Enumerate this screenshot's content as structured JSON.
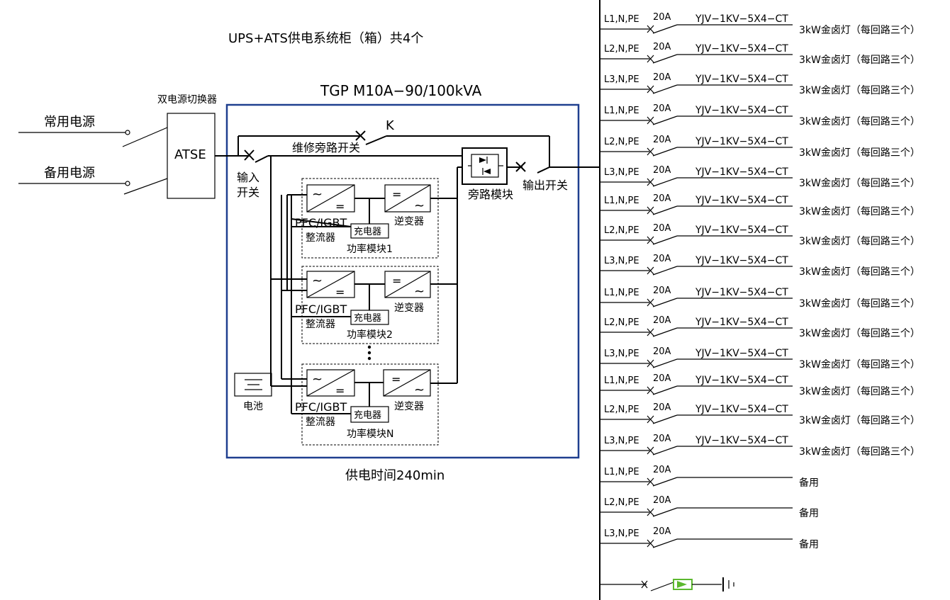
{
  "title": "UPS+ATS供电系统柜（箱）共4个",
  "ups_model": "TGP M10A−90/100kVA",
  "supply_time": "供电时间240min",
  "ats_label": "双电源切换器",
  "ats_box": "ATSE",
  "sources": [
    "常用电源",
    "备用电源"
  ],
  "switch_k": "K",
  "maintenance_bypass": "维修旁路开关",
  "input_switch": [
    "输入",
    "开关"
  ],
  "output_switch": "输出开关",
  "bypass_module": "旁路模块",
  "battery": "电池",
  "rectifier_label_1": "PFC/IGBT",
  "rectifier_label_2": "整流器",
  "charger": "充电器",
  "inverter": "逆变器",
  "modules": [
    "功率模块1",
    "功率模块2",
    "功率模块N"
  ],
  "circuits": [
    {
      "phase": "L1,N,PE",
      "breaker": "20A",
      "cable": "YJV−1KV−5X4−CT",
      "load": "3kW金卤灯（每回路三个）"
    },
    {
      "phase": "L2,N,PE",
      "breaker": "20A",
      "cable": "YJV−1KV−5X4−CT",
      "load": "3kW金卤灯（每回路三个）"
    },
    {
      "phase": "L3,N,PE",
      "breaker": "20A",
      "cable": "YJV−1KV−5X4−CT",
      "load": "3kW金卤灯（每回路三个）"
    },
    {
      "phase": "L1,N,PE",
      "breaker": "20A",
      "cable": "YJV−1KV−5X4−CT",
      "load": "3kW金卤灯（每回路三个）"
    },
    {
      "phase": "L2,N,PE",
      "breaker": "20A",
      "cable": "YJV−1KV−5X4−CT",
      "load": "3kW金卤灯（每回路三个）"
    },
    {
      "phase": "L3,N,PE",
      "breaker": "20A",
      "cable": "YJV−1KV−5X4−CT",
      "load": "3kW金卤灯（每回路三个）"
    },
    {
      "phase": "L1,N,PE",
      "breaker": "20A",
      "cable": "YJV−1KV−5X4−CT",
      "load": "3kW金卤灯（每回路三个）"
    },
    {
      "phase": "L2,N,PE",
      "breaker": "20A",
      "cable": "YJV−1KV−5X4−CT",
      "load": "3kW金卤灯（每回路三个）"
    },
    {
      "phase": "L3,N,PE",
      "breaker": "20A",
      "cable": "YJV−1KV−5X4−CT",
      "load": "3kW金卤灯（每回路三个）"
    },
    {
      "phase": "L1,N,PE",
      "breaker": "20A",
      "cable": "YJV−1KV−5X4−CT",
      "load": "3kW金卤灯（每回路三个）"
    },
    {
      "phase": "L2,N,PE",
      "breaker": "20A",
      "cable": "YJV−1KV−5X4−CT",
      "load": "3kW金卤灯（每回路三个）"
    },
    {
      "phase": "L3,N,PE",
      "breaker": "20A",
      "cable": "YJV−1KV−5X4−CT",
      "load": "3kW金卤灯（每回路三个）"
    },
    {
      "phase": "L1,N,PE",
      "breaker": "20A",
      "cable": "YJV−1KV−5X4−CT",
      "load": "3kW金卤灯（每回路三个）"
    },
    {
      "phase": "L2,N,PE",
      "breaker": "20A",
      "cable": "YJV−1KV−5X4−CT",
      "load": "3kW金卤灯（每回路三个）"
    },
    {
      "phase": "L3,N,PE",
      "breaker": "20A",
      "cable": "YJV−1KV−5X4−CT",
      "load": "3kW金卤灯（每回路三个）"
    },
    {
      "phase": "L1,N,PE",
      "breaker": "20A",
      "cable": "",
      "load": "备用"
    },
    {
      "phase": "L2,N,PE",
      "breaker": "20A",
      "cable": "",
      "load": "备用"
    },
    {
      "phase": "L3,N,PE",
      "breaker": "20A",
      "cable": "",
      "load": "备用"
    }
  ],
  "colors": {
    "frame": "#1f3f8f",
    "surge_protector": "#5cb82e"
  }
}
